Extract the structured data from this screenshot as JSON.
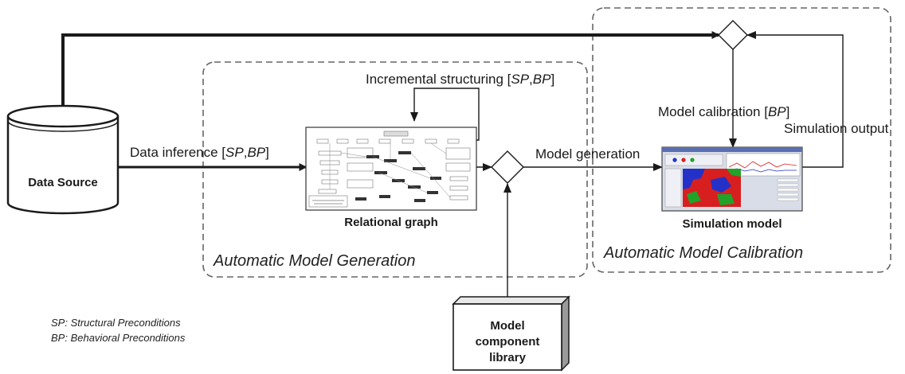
{
  "regions": {
    "generation": "Automatic Model Generation",
    "calibration": "Automatic Model Calibration"
  },
  "nodes": {
    "data_source": "Data Source",
    "relational_graph": "Relational graph",
    "simulation_model": "Simulation model",
    "component_library": [
      "Model",
      "component",
      "library"
    ]
  },
  "edges": {
    "data_inference": {
      "text": "Data inference [",
      "p1": "SP",
      "sep": ",",
      "p2": "BP",
      "end": "]"
    },
    "incremental_structuring": {
      "text": "Incremental structuring [",
      "p1": "SP",
      "sep": ",",
      "p2": "BP",
      "end": "]"
    },
    "model_generation": "Model generation",
    "model_calibration": {
      "text": "Model calibration [",
      "p1": "BP",
      "end": "]"
    },
    "simulation_output": "Simulation output"
  },
  "legend": [
    "SP: Structural Preconditions",
    "BP: Behavioral Preconditions"
  ],
  "colors": {
    "line": "#1a1a1a",
    "dashed_border": "#666666",
    "screenshot_frame": "#444444",
    "sim_red": "#d81f1f",
    "sim_blue": "#2431c9",
    "sim_green": "#21a229",
    "sim_window_bg": "#d9dde8"
  }
}
